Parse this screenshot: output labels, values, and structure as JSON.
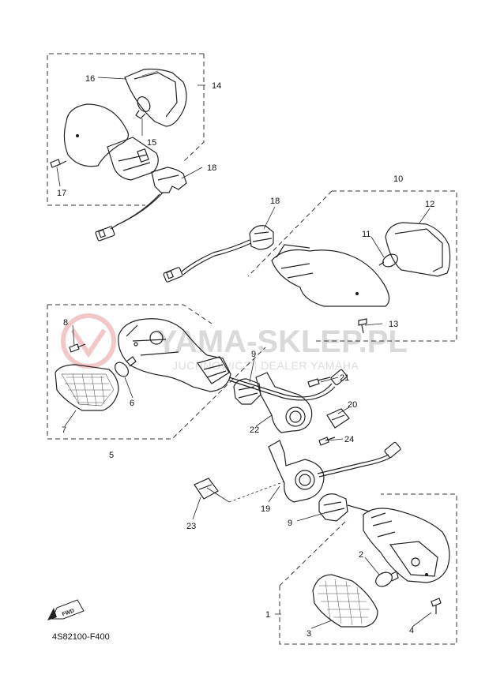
{
  "watermark": {
    "title": "YAMA-SKLEP.PL",
    "subtitle": "JUCHNOWICZ | DEALER YAMAHA"
  },
  "diagram_code": "4S82100-F400",
  "fwd_label": "FWD",
  "callouts": {
    "n1": "1",
    "n2": "2",
    "n3": "3",
    "n4": "4",
    "n5": "5",
    "n6": "6",
    "n7": "7",
    "n8": "8",
    "n9a": "9",
    "n9b": "9",
    "n10": "10",
    "n11": "11",
    "n12": "12",
    "n13": "13",
    "n14": "14",
    "n15": "15",
    "n16": "16",
    "n17": "17",
    "n18a": "18",
    "n18b": "18",
    "n19": "19",
    "n20": "20",
    "n21": "21",
    "n22": "22",
    "n23": "23",
    "n24": "24"
  }
}
